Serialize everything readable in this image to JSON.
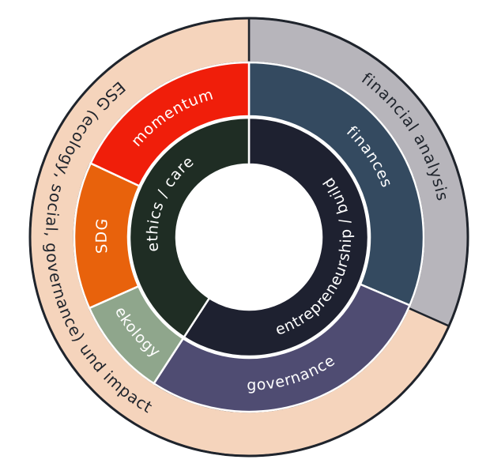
{
  "outer_ring": [
    {
      "id": "financial-analysis",
      "label": "financial analysis",
      "color": "#b7b5bb",
      "text_color": "#1f242c"
    },
    {
      "id": "esg",
      "label": "ESG (ecology, social, governance) und impact",
      "color": "#f5d4bc",
      "text_color": "#1f242c"
    }
  ],
  "middle_ring": [
    {
      "id": "finances",
      "label": "finances",
      "color": "#344a60",
      "text_color": "#ffffff"
    },
    {
      "id": "governance",
      "label": "governance",
      "color": "#4f4c72",
      "text_color": "#ffffff"
    },
    {
      "id": "ekology",
      "label": "ekology",
      "color": "#8fa68c",
      "text_color": "#ffffff"
    },
    {
      "id": "sdg",
      "label": "SDG",
      "color": "#e8620c",
      "text_color": "#ffffff"
    },
    {
      "id": "momentum",
      "label": "momentum",
      "color": "#f01e0a",
      "text_color": "#ffffff"
    }
  ],
  "inner_ring": [
    {
      "id": "entrepreneurship-build",
      "label": "entrepreneurship / build",
      "color": "#1e2130",
      "text_color": "#ffffff"
    },
    {
      "id": "ethics-care",
      "label": "ethics / care",
      "color": "#1f2d24",
      "text_color": "#ffffff"
    }
  ],
  "colors": {
    "outline": "#1f242c",
    "divider": "#ffffff",
    "center": "#ffffff"
  }
}
